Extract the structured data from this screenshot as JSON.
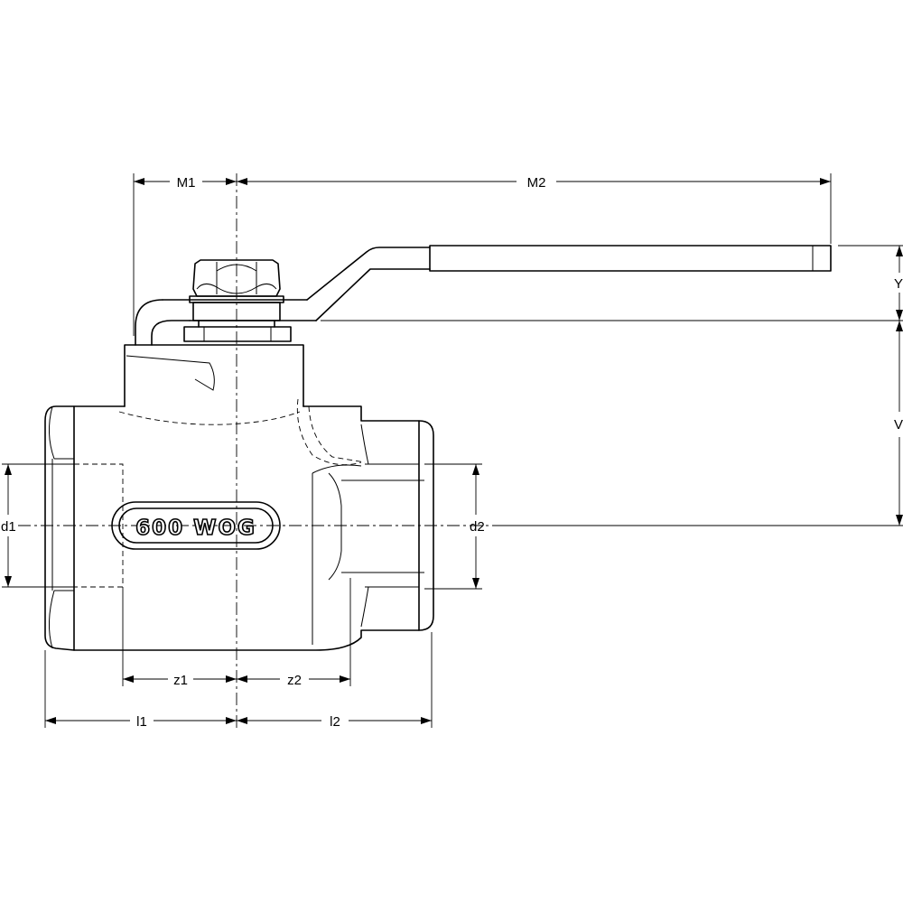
{
  "body_marking": "600 WOG",
  "dimensions": {
    "M1": "M1",
    "M2": "M2",
    "Y": "Y",
    "V": "V",
    "d1": "d1",
    "d2": "d2",
    "z1": "z1",
    "z2": "z2",
    "l1": "l1",
    "l2": "l2"
  }
}
